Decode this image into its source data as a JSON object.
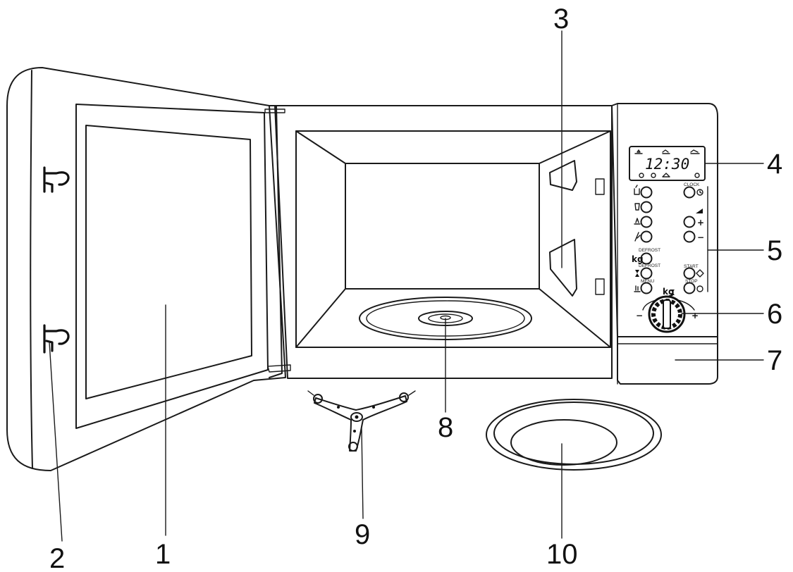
{
  "callouts": {
    "c1": "1",
    "c2": "2",
    "c3": "3",
    "c4": "4",
    "c5": "5",
    "c6": "6",
    "c7": "7",
    "c8": "8",
    "c9": "9",
    "c10": "10"
  },
  "display": {
    "time": "12:30"
  },
  "panel_labels": {
    "clock": "CLOCK",
    "defrost_weight": "DEFROST",
    "defrost_time": "DEFROST",
    "menu": "MENU",
    "start": "START",
    "stop": "STOP",
    "kg": "kg",
    "plus": "+",
    "minus": "−",
    "dial_minus": "−",
    "dial_plus": "+"
  }
}
